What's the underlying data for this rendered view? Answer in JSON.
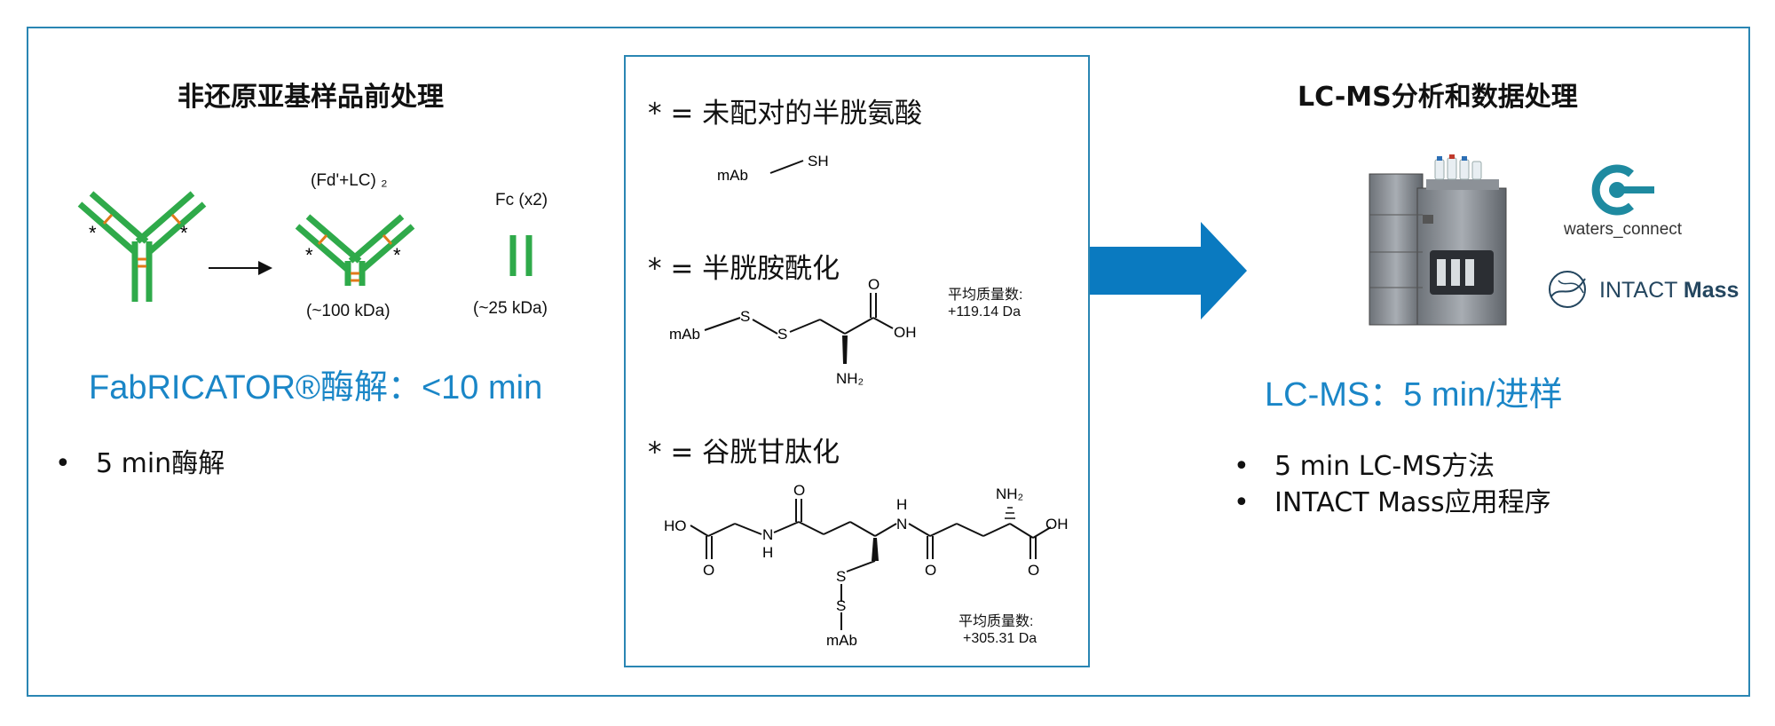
{
  "left": {
    "title": "非还原亚基样品前处理",
    "label_fd_lc": "(Fd'+LC) ₂",
    "label_fc": "Fc (x2)",
    "mass_fd": "(~100 kDa)",
    "mass_fc": "(~25 kDa)",
    "headline": "FabRICATOR®酶解：<10 min",
    "bullets": [
      "5 min酶解"
    ]
  },
  "center": {
    "sec1": "* = 未配对的半胱氨酸",
    "sec2": "* = 半胱胺酰化",
    "sec3": "* = 谷胱甘肽化",
    "mass_label": "平均质量数:",
    "mass2": "+119.14 Da",
    "mass3": "+305.31 Da",
    "atoms": {
      "mab": "mAb",
      "sh": "SH",
      "s": "S",
      "o": "O",
      "oh": "OH",
      "ho": "HO",
      "n": "N",
      "h": "H",
      "nh2": "NH₂"
    }
  },
  "right": {
    "title": "LC-MS分析和数据处理",
    "logo1": "waters_connect",
    "logo2a": "INTACT",
    "logo2b": "Mass",
    "headline": "LC-MS：5 min/进样",
    "bullets": [
      "5 min LC-MS方法",
      "INTACT Mass应用程序"
    ]
  },
  "colors": {
    "frame": "#2a86b3",
    "accent": "#1a86c7",
    "antibody": "#2faa4a",
    "disulfide": "#e07b1a",
    "arrow": "#0a7ac0",
    "logo": "#1e8aa0"
  },
  "icons": [
    "antibody-icon",
    "arrow-right-icon",
    "lcms-instrument-icon",
    "waters-connect-logo-icon",
    "intact-mass-logo-icon"
  ]
}
